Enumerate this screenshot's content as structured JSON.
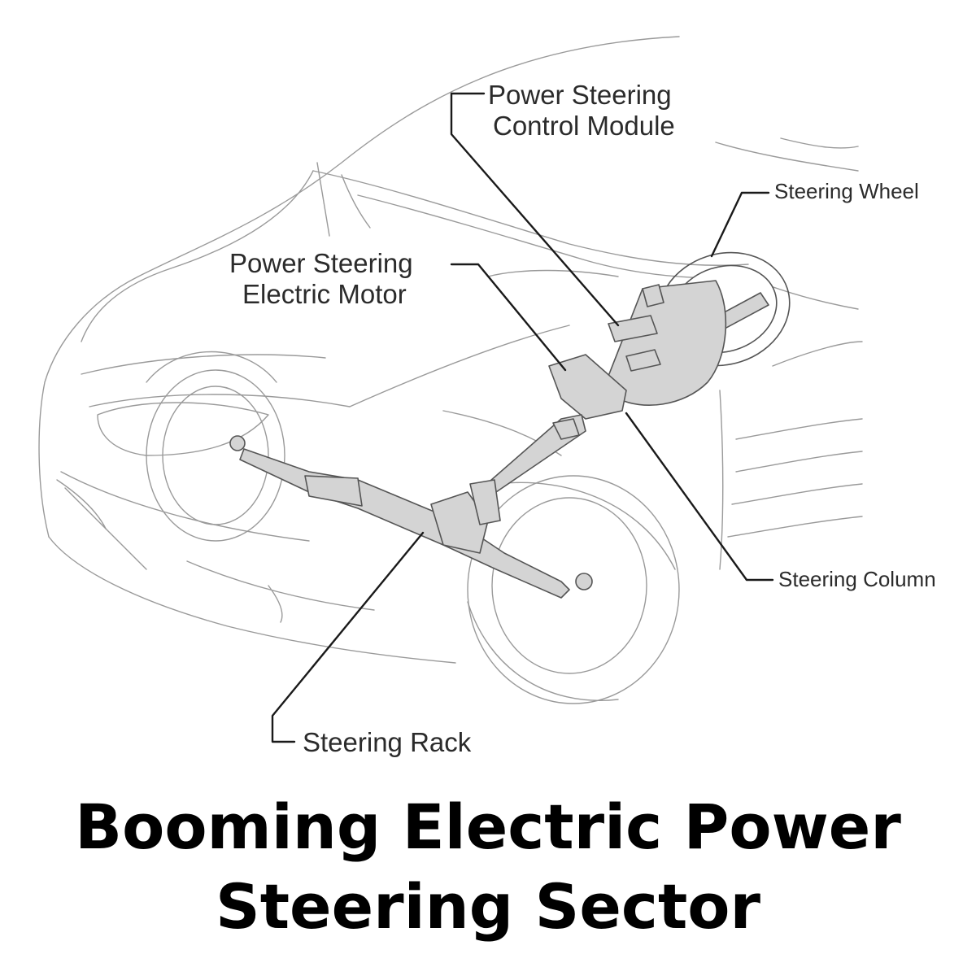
{
  "diagram": {
    "labels": {
      "control_module": [
        "Power Steering",
        "Control Module"
      ],
      "steering_wheel": "Steering Wheel",
      "electric_motor": [
        "Power Steering",
        "Electric Motor"
      ],
      "steering_column": "Steering Column",
      "steering_rack": "Steering Rack"
    }
  },
  "headline": [
    "Booming Electric Power",
    "Steering Sector"
  ],
  "colors": {
    "line_art": "#9a9a9a",
    "component_fill": "#d4d4d4",
    "leader": "#1a1a1a",
    "text": "#000000"
  }
}
